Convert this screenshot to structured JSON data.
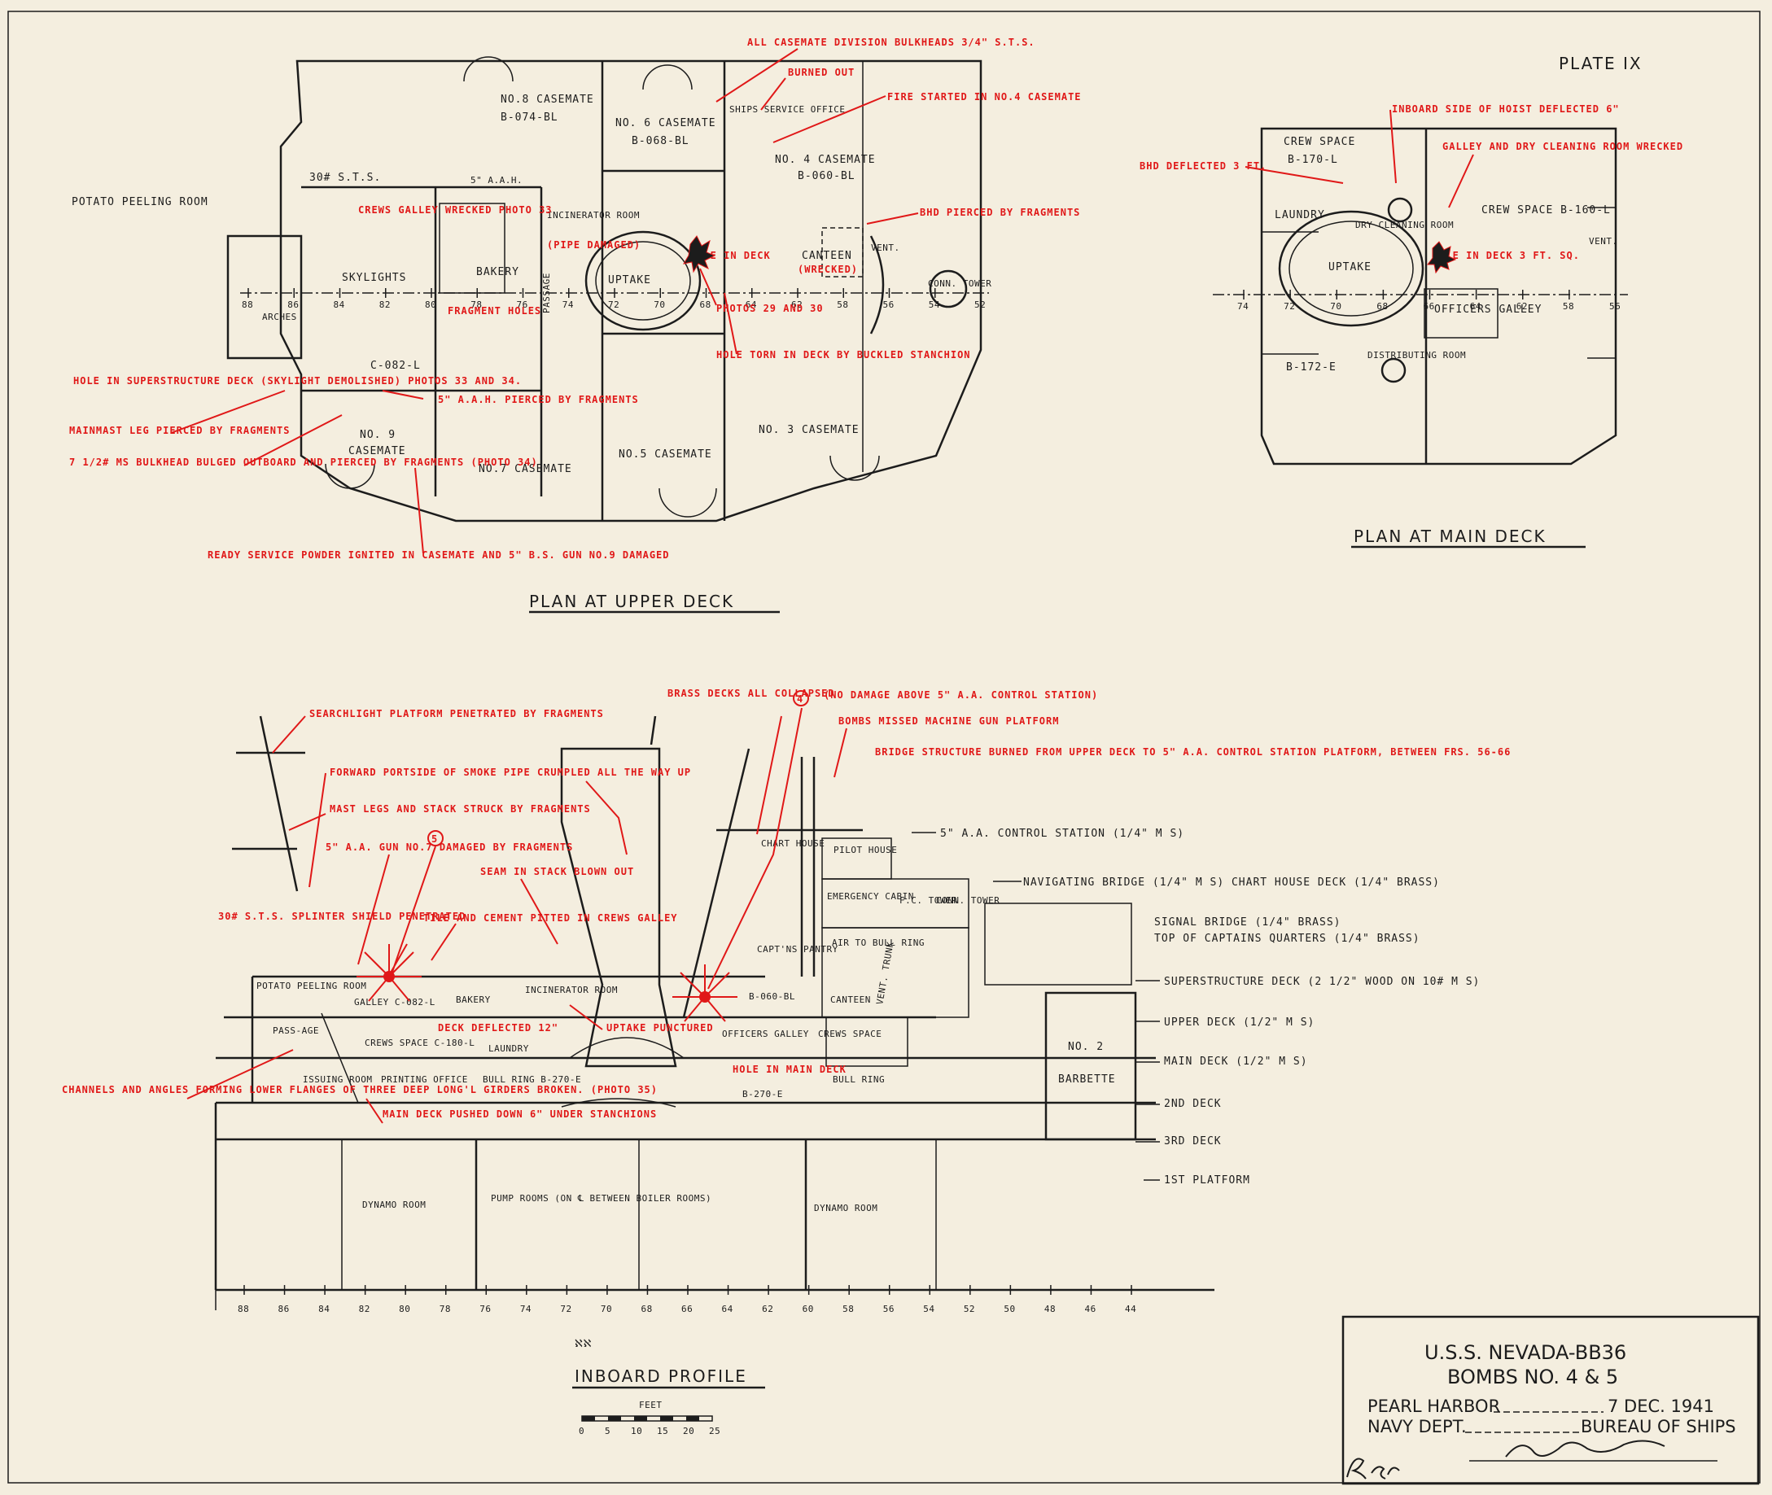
{
  "plate": "PLATE IX",
  "views": {
    "upper_deck": "PLAN AT UPPER DECK",
    "main_deck": "PLAN AT MAIN DECK",
    "profile": "INBOARD PROFILE"
  },
  "title_block": {
    "ship": "U.S.S. NEVADA-BB36",
    "bombs": "BOMBS NO. 4 & 5",
    "place": "PEARL HARBOR",
    "date": "7 DEC. 1941",
    "dept": "NAVY DEPT.",
    "bureau": "BUREAU OF SHIPS"
  },
  "scale": {
    "label": "FEET",
    "ticks": [
      "0",
      "5",
      "10",
      "15",
      "20",
      "25"
    ]
  },
  "frame_numbers": {
    "upper": [
      "88",
      "86",
      "84",
      "82",
      "80",
      "78",
      "76",
      "74",
      "72",
      "70",
      "68",
      "64",
      "62",
      "58",
      "56",
      "54",
      "52"
    ],
    "main": [
      "74",
      "72",
      "70",
      "68",
      "66",
      "64",
      "62",
      "58",
      "56"
    ],
    "profile": [
      "88",
      "86",
      "84",
      "82",
      "80",
      "78",
      "76",
      "74",
      "72",
      "70",
      "68",
      "66",
      "64",
      "62",
      "60",
      "58",
      "56",
      "54",
      "52",
      "50",
      "48",
      "46",
      "44"
    ]
  },
  "upper_labels": {
    "casemate8": "NO.8 CASEMATE",
    "casemate8_id": "B-074-BL",
    "casemate6": "NO. 6 CASEMATE",
    "casemate6_id": "B-068-BL",
    "casemate4": "NO. 4 CASEMATE",
    "casemate4_id": "B-060-BL",
    "casemate3": "NO. 3 CASEMATE",
    "casemate5": "NO.5 CASEMATE",
    "casemate7": "NO.7 CASEMATE",
    "no9": "NO. 9",
    "no9_b": "CASEMATE",
    "ships_service": "SHIPS SERVICE OFFICE",
    "incinerator": "INCINERATOR ROOM",
    "uptake": "UPTAKE",
    "canteen": "CANTEEN",
    "bakery": "BAKERY",
    "skylights": "SKYLIGHTS",
    "arches": "ARCHES",
    "passage": "PASSAGE",
    "c082": "C-082-L",
    "sts": "30# S.T.S.",
    "aah": "5\" A.A.H.",
    "potato": "POTATO PEELING ROOM",
    "vent": "VENT.",
    "conn": "CONN. TOWER"
  },
  "main_labels": {
    "crew1": "CREW SPACE",
    "crew1_id": "B-170-L",
    "laundry": "LAUNDRY",
    "dry": "DRY CLEANING ROOM",
    "crew2": "CREW SPACE B-160-L",
    "uptake": "UPTAKE",
    "officers": "OFFICERS GALLEY",
    "b172": "B-172-E",
    "distributing": "DISTRIBUTING ROOM",
    "vent": "VENT."
  },
  "profile_labels": {
    "potato": "POTATO PEELING ROOM",
    "galley": "GALLEY C-082-L",
    "bakery": "BAKERY",
    "incinerator": "INCINERATOR ROOM",
    "passage": "PASS-AGE",
    "crewspace": "CREWS SPACE C-180-L",
    "laundry": "LAUNDRY",
    "issuing": "ISSUING ROOM",
    "printing": "PRINTING OFFICE",
    "bullring": "BULL RING B-270-E",
    "chart": "CHART HOUSE",
    "pilot": "PILOT HOUSE",
    "emergency": "EMERGENCY CABIN",
    "fc": "F.C. TOWER",
    "conn": "CONN. TOWER",
    "captpantry": "CAPT'NS PANTRY",
    "airbull": "AIR TO BULL RING",
    "canteen": "CANTEEN",
    "b060": "B-060-BL",
    "officers": "OFFICERS GALLEY",
    "crews": "CREWS SPACE",
    "venttrunk": "VENT. TRUNK",
    "bull": "BULL RING",
    "b270": "B-270-E",
    "no2": "NO. 2",
    "barbette": "BARBETTE",
    "dynamo": "DYNAMO ROOM",
    "pump": "PUMP ROOMS (ON ℄ BETWEEN BOILER ROOMS)"
  },
  "deck_levels": [
    "5\" A.A. CONTROL STATION (1/4\" M S)",
    "NAVIGATING BRIDGE (1/4\" M S)   CHART HOUSE DECK (1/4\" BRASS)",
    "SIGNAL BRIDGE (1/4\" BRASS)",
    "TOP OF CAPTAINS QUARTERS (1/4\" BRASS)",
    "SUPERSTRUCTURE DECK (2 1/2\" WOOD ON 10# M S)",
    "UPPER DECK (1/2\" M S)",
    "MAIN DECK (1/2\" M S)",
    "2ND DECK",
    "3RD DECK",
    "1ST PLATFORM"
  ],
  "upper_damage": {
    "casemate_bhd": "ALL CASEMATE DIVISION BULKHEADS 3/4\" S.T.S.",
    "burned": "BURNED OUT",
    "fire": "FIRE STARTED IN NO.4 CASEMATE",
    "bhd_pierced": "BHD PIERCED BY FRAGMENTS",
    "crews_galley": "CREWS GALLEY WRECKED PHOTO 33",
    "pipe": "(PIPE DAMAGED)",
    "hole_deck": "HOLE IN DECK",
    "canteen": "(WRECKED)",
    "fragment_holes": "FRAGMENT HOLES",
    "photos": "PHOTOS 29 AND 30",
    "hole_torn": "HOLE TORN IN DECK BY BUCKLED STANCHION",
    "hole_super": "HOLE IN SUPERSTRUCTURE DECK (SKYLIGHT DEMOLISHED) PHOTOS 33 AND 34.",
    "aah_pierced": "5\" A.A.H. PIERCED BY FRAGMENTS",
    "mainmast": "MAINMAST LEG PIERCED BY FRAGMENTS",
    "bulkhead": "7 1/2# MS BULKHEAD BULGED OUTBOARD AND PIERCED BY FRAGMENTS (PHOTO 34)",
    "ready": "READY SERVICE POWDER IGNITED IN CASEMATE AND 5\" B.S. GUN NO.9 DAMAGED"
  },
  "main_damage": {
    "hoist": "INBOARD SIDE OF HOIST DEFLECTED 6\"",
    "bhd": "BHD DEFLECTED 3 FT.",
    "galley": "GALLEY AND DRY CLEANING ROOM WRECKED",
    "hole": "HOLE IN DECK 3 FT. SQ."
  },
  "profile_damage": {
    "searchlight": "SEARCHLIGHT PLATFORM PENETRATED BY FRAGMENTS",
    "brass": "BRASS DECKS ALL COLLAPSED",
    "no_damage": "(NO DAMAGE ABOVE 5\" A.A. CONTROL STATION)",
    "bombs_missed": "BOMBS MISSED MACHINE GUN PLATFORM",
    "bridge": "BRIDGE STRUCTURE BURNED FROM UPPER DECK TO 5\" A.A. CONTROL STATION PLATFORM, BETWEEN FRS. 56-66",
    "forward": "FORWARD PORTSIDE OF SMOKE PIPE CRUMPLED ALL THE WAY UP",
    "mast_legs": "MAST LEGS AND STACK STRUCK BY FRAGMENTS",
    "gun7": "5\" A.A. GUN NO.7 DAMAGED BY FRAGMENTS",
    "seam": "SEAM IN STACK BLOWN OUT",
    "splinter": "30# S.T.S. SPLINTER SHIELD PENETRATED",
    "tile": "TILE AND CEMENT PITTED IN CREWS GALLEY",
    "deck_defl": "DECK DEFLECTED 12\"",
    "uptake": "UPTAKE PUNCTURED",
    "hole_main": "HOLE IN MAIN DECK",
    "channels": "CHANNELS AND ANGLES FORMING LOWER FLANGES OF THREE DEEP LONG'L GIRDERS BROKEN. (PHOTO 35)",
    "main_pushed": "MAIN DECK PUSHED DOWN 6\" UNDER STANCHIONS",
    "bomb4": "4",
    "bomb5": "5"
  },
  "colors": {
    "paper": "#f4eedf",
    "ink": "#1c1c1c",
    "damage": "#e01818"
  }
}
